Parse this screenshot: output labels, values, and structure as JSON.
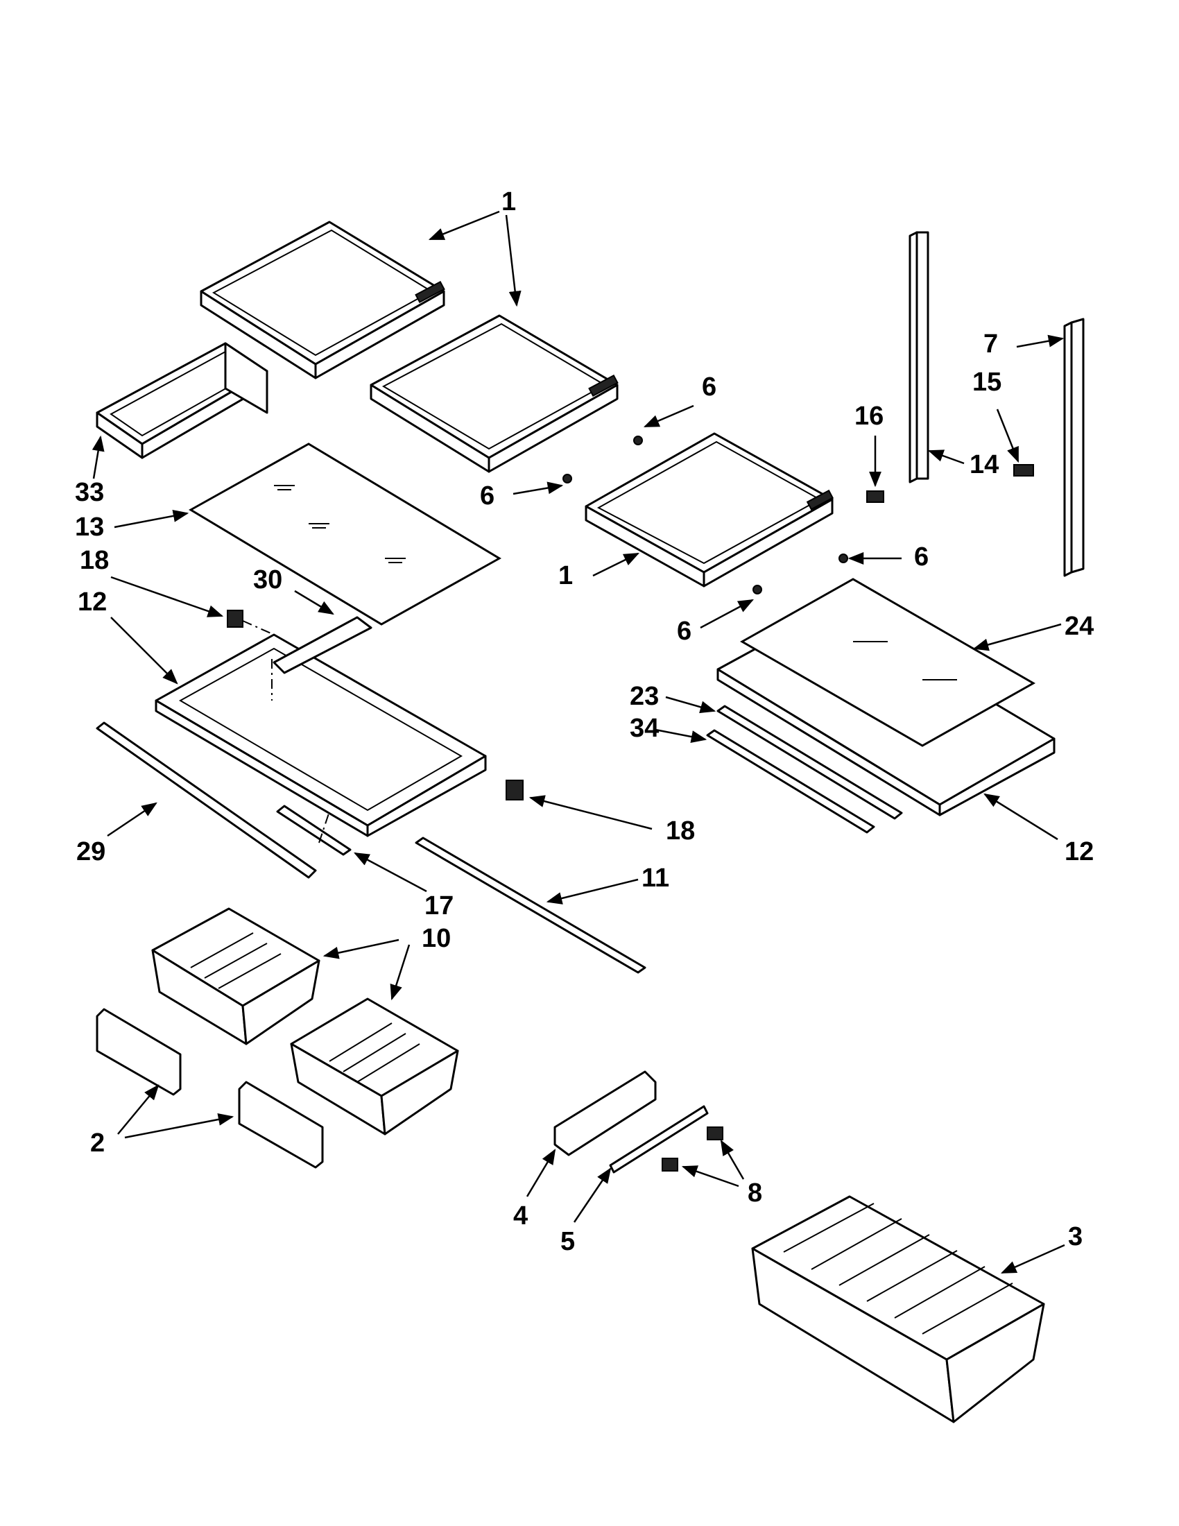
{
  "callouts": [
    {
      "id": "c1a",
      "text": "1"
    },
    {
      "id": "c1b",
      "text": "1"
    },
    {
      "id": "c33",
      "text": "33"
    },
    {
      "id": "c13",
      "text": "13"
    },
    {
      "id": "c6a",
      "text": "6"
    },
    {
      "id": "c6b",
      "text": "6"
    },
    {
      "id": "c6c",
      "text": "6"
    },
    {
      "id": "c6d",
      "text": "6"
    },
    {
      "id": "c16",
      "text": "16"
    },
    {
      "id": "c7",
      "text": "7"
    },
    {
      "id": "c15",
      "text": "15"
    },
    {
      "id": "c14",
      "text": "14"
    },
    {
      "id": "c18a",
      "text": "18"
    },
    {
      "id": "c30",
      "text": "30"
    },
    {
      "id": "c12a",
      "text": "12"
    },
    {
      "id": "c24",
      "text": "24"
    },
    {
      "id": "c23",
      "text": "23"
    },
    {
      "id": "c34",
      "text": "34"
    },
    {
      "id": "c18b",
      "text": "18"
    },
    {
      "id": "c12b",
      "text": "12"
    },
    {
      "id": "c29",
      "text": "29"
    },
    {
      "id": "c17",
      "text": "17"
    },
    {
      "id": "c11",
      "text": "11"
    },
    {
      "id": "c10",
      "text": "10"
    },
    {
      "id": "c2",
      "text": "2"
    },
    {
      "id": "c4",
      "text": "4"
    },
    {
      "id": "c5",
      "text": "5"
    },
    {
      "id": "c8",
      "text": "8"
    },
    {
      "id": "c3",
      "text": "3"
    }
  ]
}
